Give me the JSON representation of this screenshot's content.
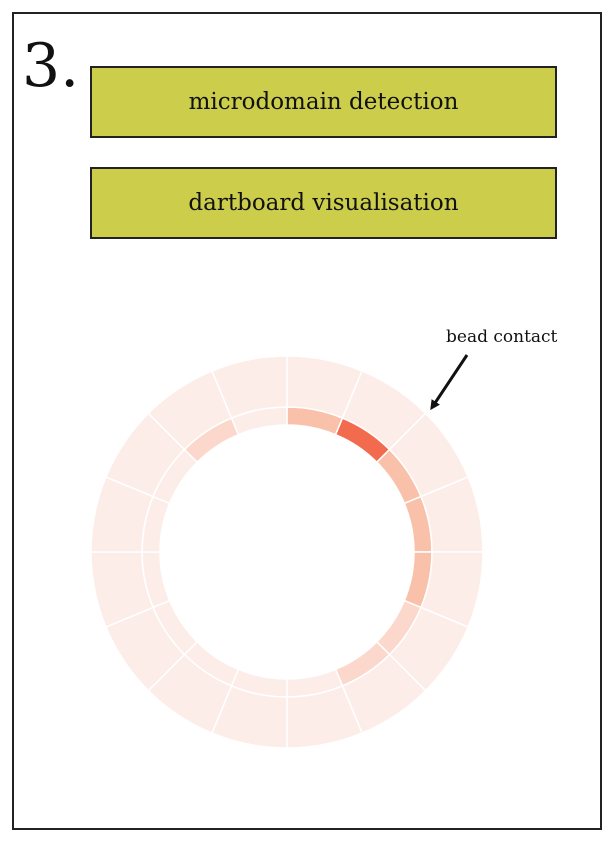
{
  "step": {
    "number": "3."
  },
  "steps": [
    {
      "label": "microdomain detection"
    },
    {
      "label": "dartboard visualisation"
    }
  ],
  "annotation": {
    "label": "bead contact"
  },
  "dartboard": {
    "sectors": 16,
    "rings": 2,
    "colors": {
      "empty": "#fdede8",
      "low": "#fbd8cb",
      "mid": "#f9c0aa",
      "high": "#f26b4e",
      "divider": "#ffffff"
    },
    "inner_ring": [
      "mid",
      "high",
      "mid",
      "mid",
      "mid",
      "low",
      "low",
      "empty",
      "empty",
      "empty",
      "empty",
      "empty",
      "empty",
      "empty",
      "low",
      "empty"
    ]
  }
}
